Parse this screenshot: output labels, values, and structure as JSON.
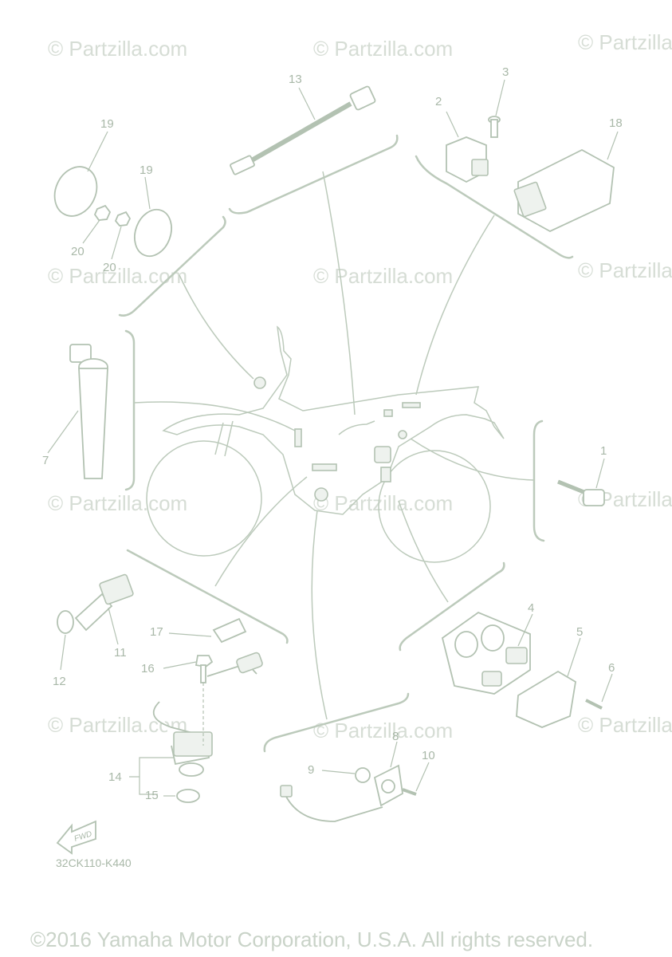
{
  "watermarks": [
    "© Partzilla.com",
    "© Partzilla.com",
    "© Partzilla.com",
    "© Partzilla.com",
    "© Partzilla.com",
    "© Partzilla.com",
    "© Partzilla.com",
    "© Partzilla.com",
    "© Partzilla.com",
    "© Partzilla.com",
    "© Partzilla.com",
    "© Partzilla.com"
  ],
  "callouts": {
    "c1": "1",
    "c2": "2",
    "c3": "3",
    "c4": "4",
    "c5": "5",
    "c6": "6",
    "c7": "7",
    "c8": "8",
    "c9": "9",
    "c10": "10",
    "c11": "11",
    "c12": "12",
    "c13": "13",
    "c14": "14",
    "c15": "15",
    "c16": "16",
    "c17": "17",
    "c18": "18",
    "c19a": "19",
    "c19b": "19",
    "c20a": "20",
    "c20b": "20"
  },
  "fwd_label": "FWD",
  "diagram_code": "32CK110-K440",
  "copyright": "©2016 Yamaha Motor Corporation, U.S.A. All rights reserved.",
  "colors": {
    "line": "#bccabb",
    "text": "#a9b8a8",
    "watermark": "#d6ddd5"
  }
}
